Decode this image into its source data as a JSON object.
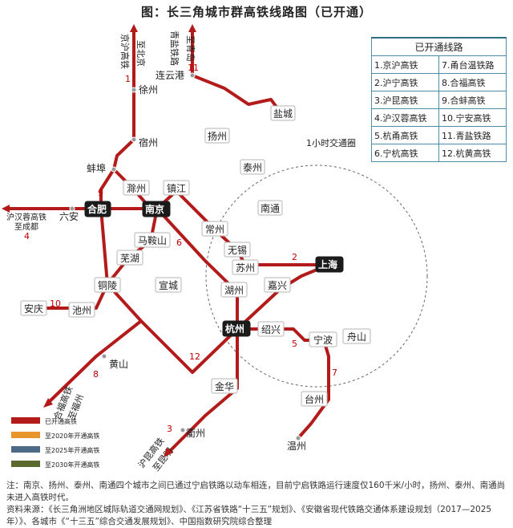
{
  "title": "图：长三角城市群高铁线路图（已开通）",
  "table": {
    "header": "已开通线路",
    "rows": [
      [
        "1.京沪高铁",
        "7.甬台温铁路"
      ],
      [
        "2.沪宁高铁",
        "8.合福高铁"
      ],
      [
        "3.沪昆高铁",
        "9.合蚌高铁"
      ],
      [
        "4.沪汉蓉高铁",
        "10.宁安高铁"
      ],
      [
        "5.杭甬高铁",
        "11.青盐铁路"
      ],
      [
        "6.宁杭高铁",
        "12.杭黄高铁"
      ]
    ]
  },
  "circle_label": "1小时交通圈",
  "cities": {
    "xuzhou": "徐州",
    "lianyungang": "连云港",
    "yancheng": "盐城",
    "suzhou_n": "宿州",
    "yangzhou": "扬州",
    "taizhou": "泰州",
    "nantong": "南通",
    "bengbu": "蚌埠",
    "chuzhou": "滁州",
    "zhenjiang": "镇江",
    "hefei": "合肥",
    "nanjing": "南京",
    "luan": "六安",
    "changzhou": "常州",
    "maanshan": "马鞍山",
    "wuxi": "无锡",
    "wuhu": "芜湖",
    "suzhou": "苏州",
    "shanghai": "上海",
    "tongling": "铜陵",
    "xuancheng": "宣城",
    "huzhou": "湖州",
    "jiaxing": "嘉兴",
    "anqing": "安庆",
    "chizhou": "池州",
    "hangzhou": "杭州",
    "shaoxing": "绍兴",
    "ningbo": "宁波",
    "zhoushan": "舟山",
    "huangshan": "黄山",
    "jinhua": "金华",
    "taizhou_z": "台州",
    "quzhou": "衢州",
    "wenzhou": "温州"
  },
  "route_labels": {
    "jinghu": "京沪高铁",
    "to_beijing": "至北京",
    "qingyan": "青盐铁路",
    "to_qingdao": "至青岛",
    "huhanrong": "沪汉蓉高铁",
    "to_chengdu": "至成都",
    "hefu": "合福高铁",
    "to_fuzhou": "至福州",
    "hukun": "沪昆高铁",
    "to_kunming": "至昆明"
  },
  "route_numbers": [
    "1",
    "2",
    "3",
    "4",
    "5",
    "6",
    "7",
    "8",
    "9",
    "10",
    "11",
    "12"
  ],
  "legend": [
    {
      "label": "已开通高铁",
      "color": "#b31b1b"
    },
    {
      "label": "至2020年开通高铁",
      "color": "#e8952b"
    },
    {
      "label": "至2025年开通高铁",
      "color": "#4d6b86"
    },
    {
      "label": "至2030年开通高铁",
      "color": "#5b6b2f"
    }
  ],
  "colors": {
    "rail": "#b31b1b",
    "table_border": "#4a8fa3"
  },
  "notes": {
    "line1": "注：南京、扬州、泰州、南通四个城市之间已通过宁启铁路以动车相连，目前宁启铁路运行速度仅160千米/小时，扬州、泰州、南通尚未进入高铁时代。",
    "line2": "资料来源：《长三角洲地区城际轨道交通网规划》、《江苏省铁路“十三五”规划》、《安徽省现代铁路交通体系建设规划（2017—2025年）》、各城市《“十三五”综合交通发展规划》、中国指数研究院综合整理"
  }
}
